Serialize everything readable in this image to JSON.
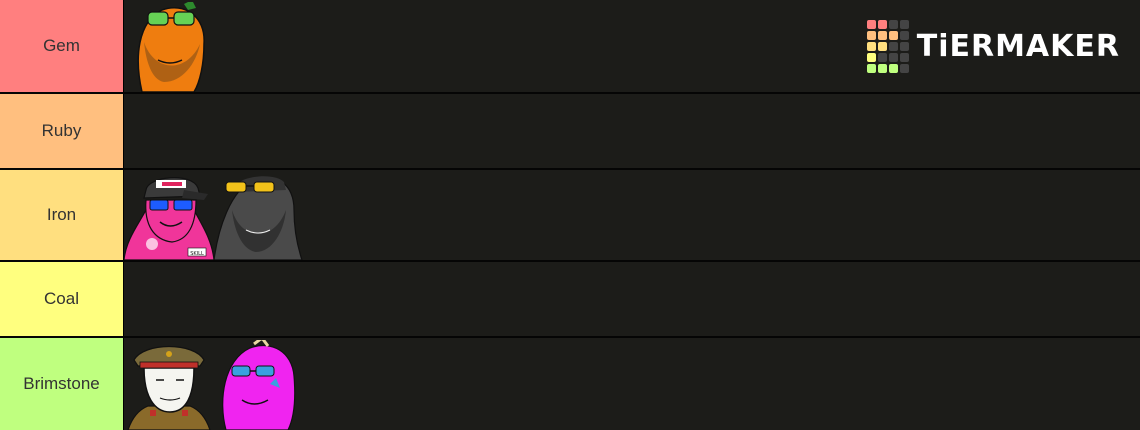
{
  "tiers": [
    {
      "label": "Gem",
      "color": "#ff7f7f"
    },
    {
      "label": "Ruby",
      "color": "#ffbf7f"
    },
    {
      "label": "Iron",
      "color": "#ffdf7f"
    },
    {
      "label": "Coal",
      "color": "#ffff7f"
    },
    {
      "label": "Brimstone",
      "color": "#bfff7f"
    }
  ],
  "logo": {
    "text": "TiERMAKER"
  },
  "items": {
    "gem": [
      "orange-wojak-image"
    ],
    "iron": [
      "pink-wojak-with-cap-image",
      "gray-wojak-image"
    ],
    "brimstone": [
      "soldier-wojak-image",
      "magenta-wojak-image"
    ]
  },
  "badge_text": "SKILL"
}
